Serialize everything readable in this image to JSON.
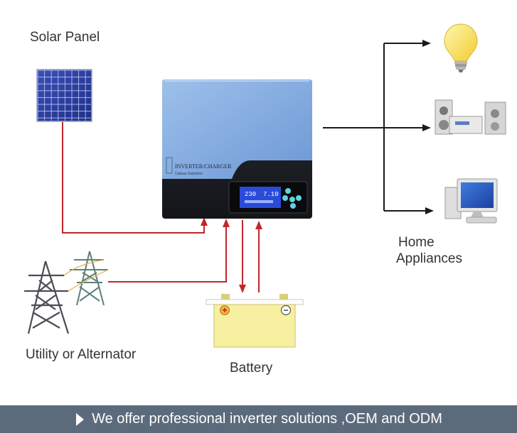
{
  "labels": {
    "solar_panel": "Solar Panel",
    "home_appliances": [
      "Home",
      "Appliances"
    ],
    "utility": "Utility or Alternator",
    "battery": "Battery"
  },
  "inverter": {
    "brand_text": "INVERTER/CHARGER",
    "sub_text": "Calious Solutions",
    "lcd_left": "230",
    "lcd_right": "7.10"
  },
  "battery": {
    "plus": "+",
    "minus": "−"
  },
  "footer": {
    "text": "We offer professional inverter solutions ,OEM and ODM"
  },
  "colors": {
    "flow_red": "#c1272d",
    "flow_black": "#1a1a1a",
    "inverter_blue": "#7ea7dd",
    "inverter_dark": "#1d1f24",
    "lcd_blue": "#2a4bd8",
    "battery_yellow": "#f7f0a0",
    "footer_bg": "#5c6b7c"
  },
  "icons": [
    "solar-panel-icon",
    "transmission-tower-icon",
    "light-bulb-icon",
    "stereo-system-icon",
    "computer-monitor-icon",
    "battery-icon",
    "inverter-icon"
  ]
}
